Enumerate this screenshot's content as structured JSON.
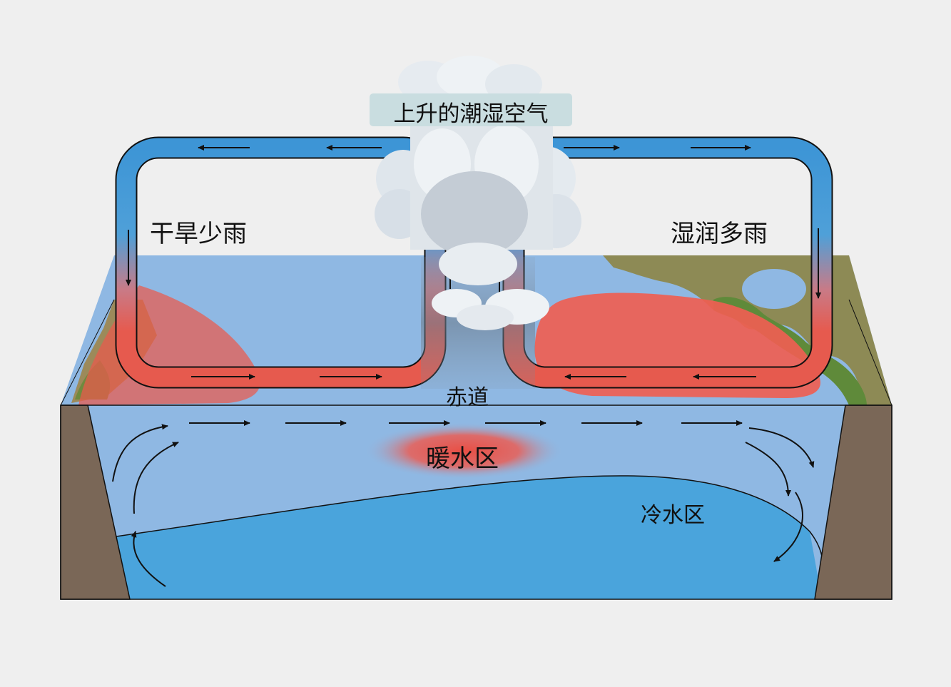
{
  "labels": {
    "rising_air": "上升的潮湿空气",
    "dry_region": "干旱少雨",
    "wet_region": "湿润多雨",
    "equator": "赤道",
    "warm_zone": "暖水区",
    "cold_zone": "冷水区"
  },
  "colors": {
    "background": "#efefef",
    "ocean_surface": "#8fb8e3",
    "warm_water": "#ea5a4c",
    "cold_water": "#4aa4dc",
    "land_wall": "#7a6757",
    "cloud": "#e3e9ee",
    "label_box": "#c9dde0"
  },
  "icons": {
    "circulation_arrow": "arrow-icon",
    "cloud": "cloud-icon"
  }
}
